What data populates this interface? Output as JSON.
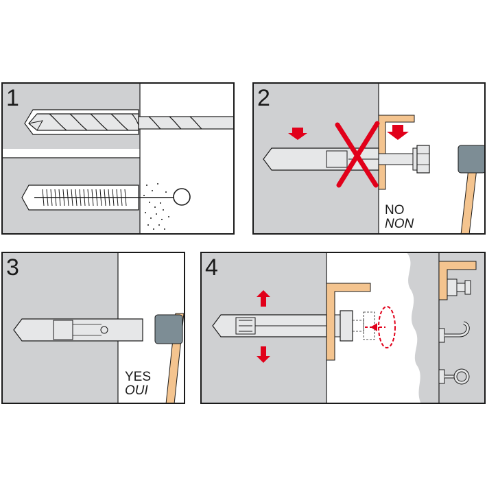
{
  "steps": [
    {
      "number": "1"
    },
    {
      "number": "2",
      "caption": "NO",
      "caption_alt": "NON"
    },
    {
      "number": "3",
      "caption": "YES",
      "caption_alt": "OUI"
    },
    {
      "number": "4"
    }
  ],
  "colors": {
    "wall": "#cfd0d2",
    "metal": "#e6e7e8",
    "outline": "#1a1a1a",
    "warning_red": "#e1001a",
    "wood": "#f4c48f",
    "hammer_head": "#7d8d95"
  }
}
